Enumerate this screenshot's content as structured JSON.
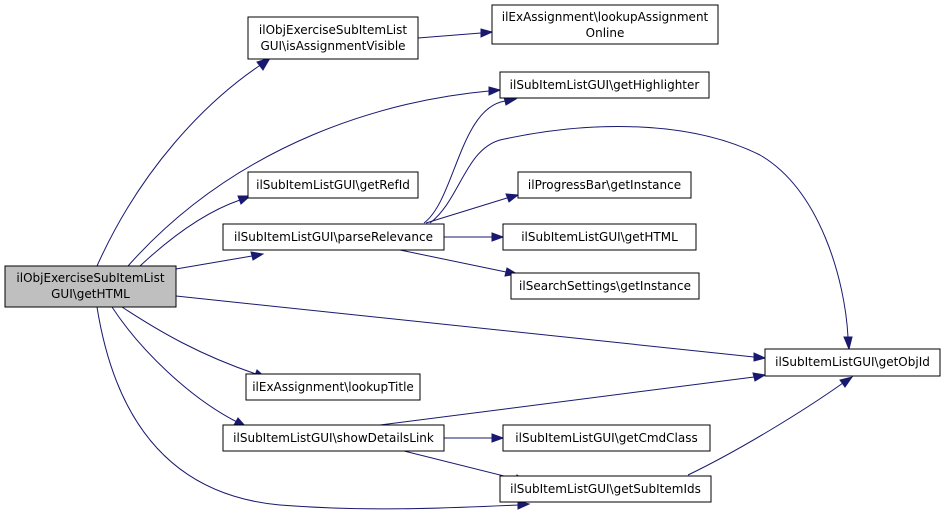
{
  "colors": {
    "node_fill": "#ffffff",
    "root_fill": "#bfbfbf",
    "border": "#000000",
    "edge": "#191970"
  },
  "nodes": {
    "root": {
      "lines": [
        "ilObjExerciseSubItemList",
        "GUI\\getHTML"
      ]
    },
    "is_visible": {
      "lines": [
        "ilObjExerciseSubItemList",
        "GUI\\isAssignmentVisible"
      ]
    },
    "lookup_online": {
      "lines": [
        "ilExAssignment\\lookupAssignment",
        "Online"
      ]
    },
    "get_highlighter": {
      "lines": [
        "ilSubItemListGUI\\getHighlighter"
      ]
    },
    "get_ref_id": {
      "lines": [
        "ilSubItemListGUI\\getRefId"
      ]
    },
    "parse_relevance": {
      "lines": [
        "ilSubItemListGUI\\parseRelevance"
      ]
    },
    "progress_instance": {
      "lines": [
        "ilProgressBar\\getInstance"
      ]
    },
    "sub_get_html": {
      "lines": [
        "ilSubItemListGUI\\getHTML"
      ]
    },
    "search_instance": {
      "lines": [
        "ilSearchSettings\\getInstance"
      ]
    },
    "get_obj_id": {
      "lines": [
        "ilSubItemListGUI\\getObjId"
      ]
    },
    "lookup_title": {
      "lines": [
        "ilExAssignment\\lookupTitle"
      ]
    },
    "show_details": {
      "lines": [
        "ilSubItemListGUI\\showDetailsLink"
      ]
    },
    "get_cmd_class": {
      "lines": [
        "ilSubItemListGUI\\getCmdClass"
      ]
    },
    "get_sub_item_ids": {
      "lines": [
        "ilSubItemListGUI\\getSubItemIds"
      ]
    }
  }
}
